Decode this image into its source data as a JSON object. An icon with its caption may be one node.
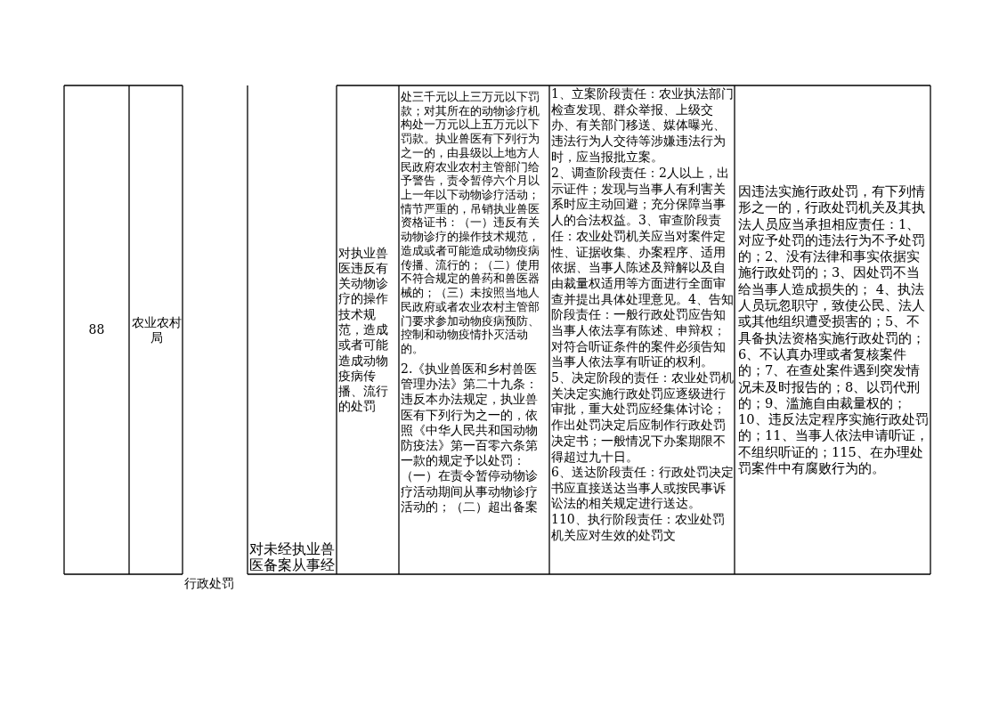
{
  "diagram": {
    "labels": [
      "88",
      "农业农村局",
      "对执业兽医违反有关动物诊疗的操作技术规范，造成或者可能造成动物疫病传播、流行的处罚",
      "处三千元以上三万元以下罚款；对其所在的动物诊疗机构处一万元以上五万元以下罚款。执业兽医有下列行为之一的，由县级以上地方人民政府农业农村主管部门给予警告，责令暂停六个月以上一年以下动物诊疗活动；情节严重的，吊销执业兽医资格证书：（一）违反有关动物诊疗的操作技术规范，造成或者可能造成动物疫病传播、流行的；（二）使用不符合规定的兽药和兽医器械的；（三）未按照当地人民政府或者农业农村主管部门要求参加动物疫病预防、控制和动物疫情扑灭活动的。",
      "2.《执业兽医和乡村兽医管理办法》第二十九条：违反本办法规定，执业兽医有下列行为之一的，依照《中华人民共和国动物防疫法》第一百零六条第一款的规定予以处罚：（一）在责令暂停动物诊疗活动期间从事动物诊疗活动的；（二）超出备案",
      "1、立案阶段责任：农业执法部门检查发现、群众举报、上级交办、有关部门移送、媒体曝光、违法行为人交待等涉嫌违法行为时，应当报批立案。",
      "2、调查阶段责任：2人以上，出示证件；发现与当事人有利害关系时应主动回避；充分保障当事人的合法权益。3、审查阶段责任：农业处罚机关应当对案件定性、证据收集、办案程序、适用依据、当事人陈述及辩解以及自由裁量权适用等方面进行全面审查并提出具体处理意见。4、告知阶段责任：一般行政处罚应告知当事人依法享有陈述、申辩权；对符合听证条件的案件必须告知当事人依法享有听证的权利。",
      "5、决定阶段的责任：农业处罚机关决定实施行政处罚应逐级进行审批，重大处罚应经集体讨论；作出处罚决定后应制作行政处罚决定书；一般情况下办案期限不得超过九十日。",
      "6、送达阶段责任：行政处罚决定书应直接送达当事人或按民事诉讼法的相关规定进行送达。 110、执行阶段责任：农业处罚机关应对生效的处罚文",
      "因违法实施行政处罚，有下列情形之一的，行政处罚机关及其执法人员应当承担相应责任：1、对应予处罚的违法行为不予处罚的；2、没有法律和事实依据实施行政处罚的；3、因处罚不当给当事人造成损失的； 4、执法人员玩忽职守，致使公民、法人或其他组织遭受损害的；5、不具备执法资格实施行政处罚的；6、不认真办理或者复核案件的；7、在查处案件遇到突发情况未及时报告的；8、以罚代刑的；9、滥施自由裁量权的；10、违反法定程序实施行政处罚的；11、当事人依法申请听证，不组织听证的；115、在办理处罚案件中有腐败行为的。",
      "对未经执业兽医备案从事经",
      "行政处罚"
    ]
  }
}
